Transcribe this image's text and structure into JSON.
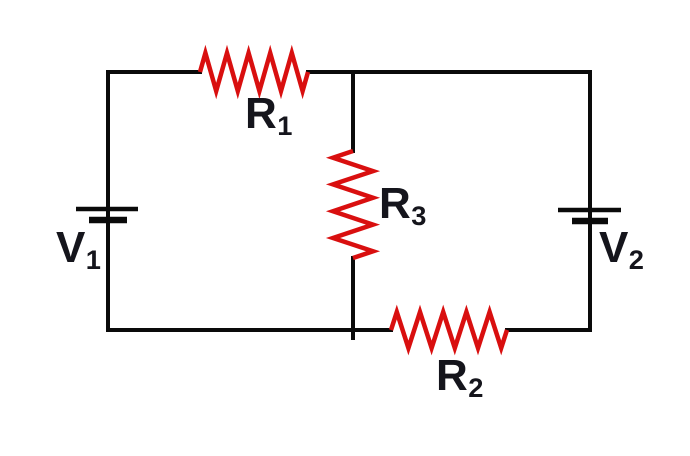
{
  "diagram": {
    "kind": "circuit-schematic",
    "description": "Two-loop circuit: voltage source V1 (left branch) and V2 (right branch) with resistor R1 in the top branch, resistor R3 in the middle branch, and resistor R2 in the bottom-right branch",
    "background": "#ffffff",
    "colors": {
      "wire": "#0a0a0a",
      "resistor": "#d90f0f",
      "label": "#15151c"
    },
    "labels": {
      "v1": {
        "base": "V",
        "sub": "1"
      },
      "v2": {
        "base": "V",
        "sub": "2"
      },
      "r1": {
        "base": "R",
        "sub": "1"
      },
      "r2": {
        "base": "R",
        "sub": "2"
      },
      "r3": {
        "base": "R",
        "sub": "3"
      }
    },
    "components": {
      "sources": [
        {
          "id": "V1",
          "symbol": "battery",
          "branch": "left"
        },
        {
          "id": "V2",
          "symbol": "battery",
          "branch": "right"
        }
      ],
      "resistors": [
        {
          "id": "R1",
          "symbol": "zigzag",
          "branch": "top"
        },
        {
          "id": "R2",
          "symbol": "zigzag",
          "branch": "bottom-right"
        },
        {
          "id": "R3",
          "symbol": "zigzag",
          "branch": "middle"
        }
      ]
    }
  }
}
